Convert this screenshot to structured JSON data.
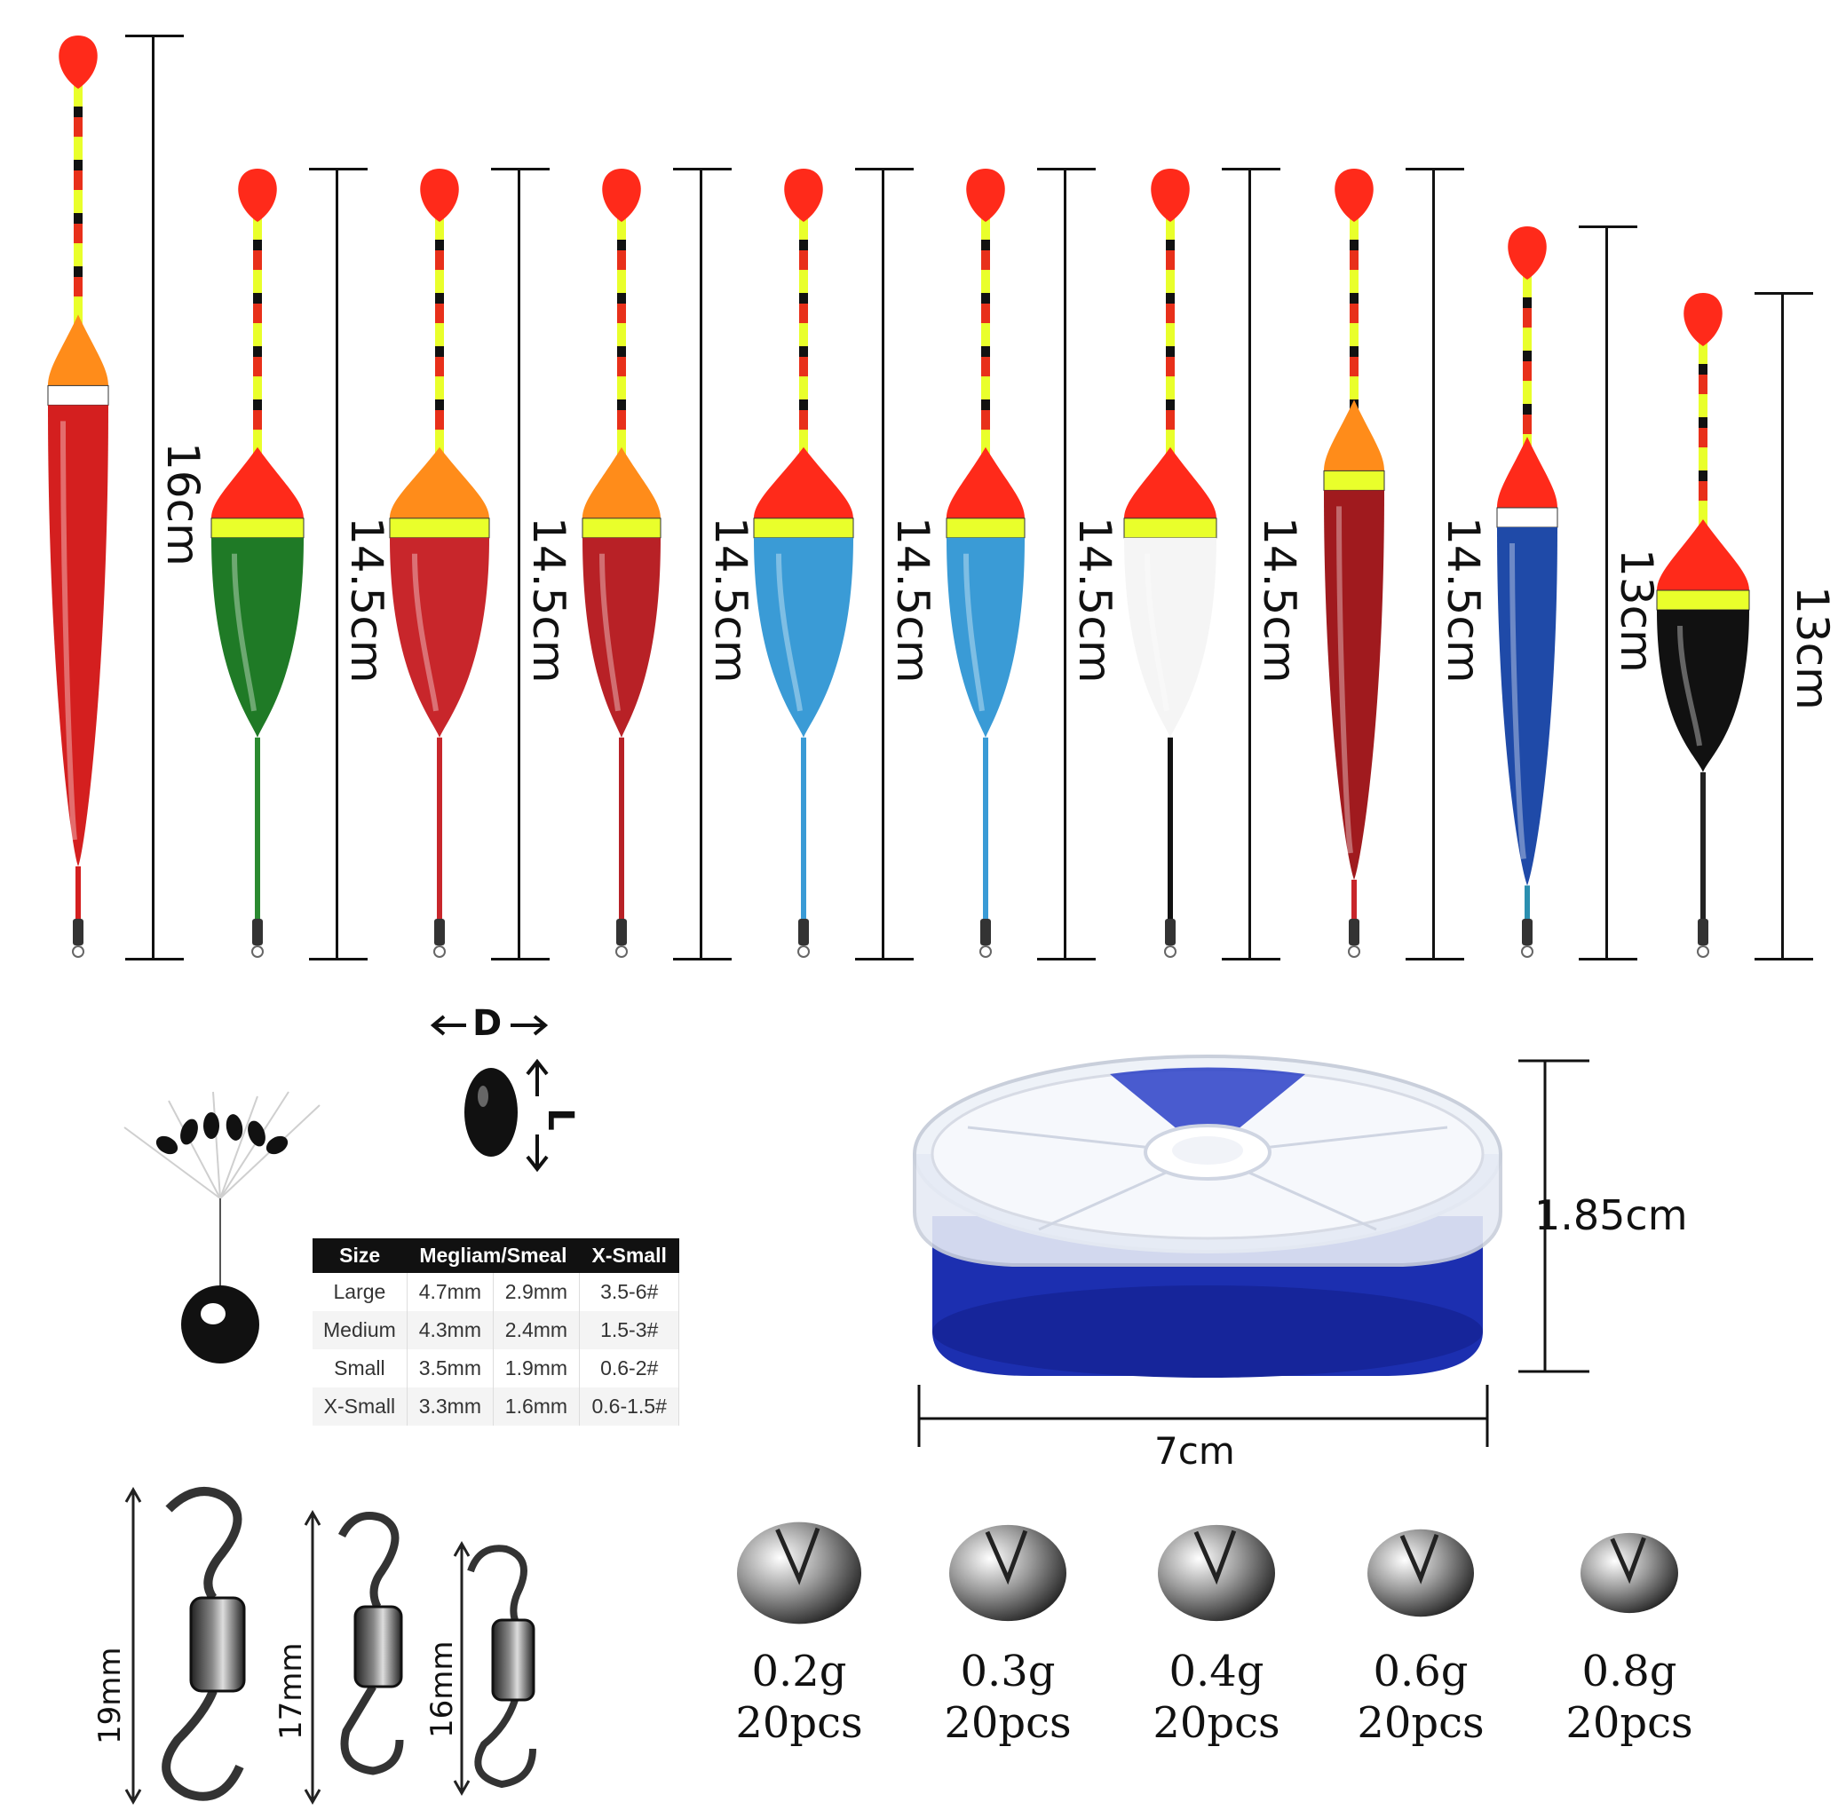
{
  "floats": [
    {
      "label": "16cm",
      "top": "#ff2a1a",
      "bulb": "#ff8c1a",
      "band": "#ffffff",
      "body": "#d41f1f",
      "stem": "#d41f1f",
      "shape": "long"
    },
    {
      "label": "14.5cm",
      "top": "#ff2a1a",
      "bulb": "#ff2a1a",
      "band": "#e9ff2b",
      "body": "#1f7a26",
      "stem": "#2a8a30",
      "shape": "round"
    },
    {
      "label": "14.5cm",
      "top": "#ff2a1a",
      "bulb": "#ff8c1a",
      "band": "#e9ff2b",
      "body": "#c8262b",
      "stem": "#c8262b",
      "shape": "wide"
    },
    {
      "label": "14.5cm",
      "top": "#ff2a1a",
      "bulb": "#ff8c1a",
      "band": "#e9ff2b",
      "body": "#b82126",
      "stem": "#b82126",
      "shape": "slim"
    },
    {
      "label": "14.5cm",
      "top": "#ff2a1a",
      "bulb": "#ff2a1a",
      "band": "#e9ff2b",
      "body": "#3a9bd6",
      "stem": "#3a9bd6",
      "shape": "wide"
    },
    {
      "label": "14.5cm",
      "top": "#ff2a1a",
      "bulb": "#ff2a1a",
      "band": "#e9ff2b",
      "body": "#3a9bd6",
      "stem": "#3a9bd6",
      "shape": "slim"
    },
    {
      "label": "14.5cm",
      "top": "#ff2a1a",
      "bulb": "#ff2a1a",
      "band": "#e9ff2b",
      "body": "#f5f5f5",
      "stem": "#111111",
      "shape": "round"
    },
    {
      "label": "14.5cm",
      "top": "#ff2a1a",
      "bulb": "#ff8c1a",
      "band": "#e9ff2b",
      "body": "#a01a1e",
      "stem": "#c8262b",
      "shape": "long"
    },
    {
      "label": "13cm",
      "top": "#ff2a1a",
      "bulb": "#ff2a1a",
      "band": "#ffffff",
      "body": "#1f4aa8",
      "stem": "#2b8fb0",
      "shape": "long"
    },
    {
      "label": "13cm",
      "top": "#ff2a1a",
      "bulb": "#ff2a1a",
      "band": "#e9ff2b",
      "body": "#111111",
      "stem": "#222222",
      "shape": "round"
    }
  ],
  "stopper": {
    "d_label": "D",
    "l_label": "L"
  },
  "size_table": {
    "headers": [
      "Size",
      "Megliam/Smeal",
      "X-Small"
    ],
    "rows": [
      [
        "Large",
        "4.7mm",
        "2.9mm",
        "3.5-6#"
      ],
      [
        "Medium",
        "4.3mm",
        "2.4mm",
        "1.5-3#"
      ],
      [
        "Small",
        "3.5mm",
        "1.9mm",
        "0.6-2#"
      ],
      [
        "X-Small",
        "3.3mm",
        "1.6mm",
        "0.6-1.5#"
      ]
    ]
  },
  "box": {
    "height_label": "1.85cm",
    "width_label": "7cm",
    "color": "#1c2fb0"
  },
  "swivels": [
    {
      "label": "19mm"
    },
    {
      "label": "17mm"
    },
    {
      "label": "16mm"
    }
  ],
  "sinkers": [
    {
      "weight": "0.2g",
      "qty": "20pcs"
    },
    {
      "weight": "0.3g",
      "qty": "20pcs"
    },
    {
      "weight": "0.4g",
      "qty": "20pcs"
    },
    {
      "weight": "0.6g",
      "qty": "20pcs"
    },
    {
      "weight": "0.8g",
      "qty": "20pcs"
    }
  ]
}
